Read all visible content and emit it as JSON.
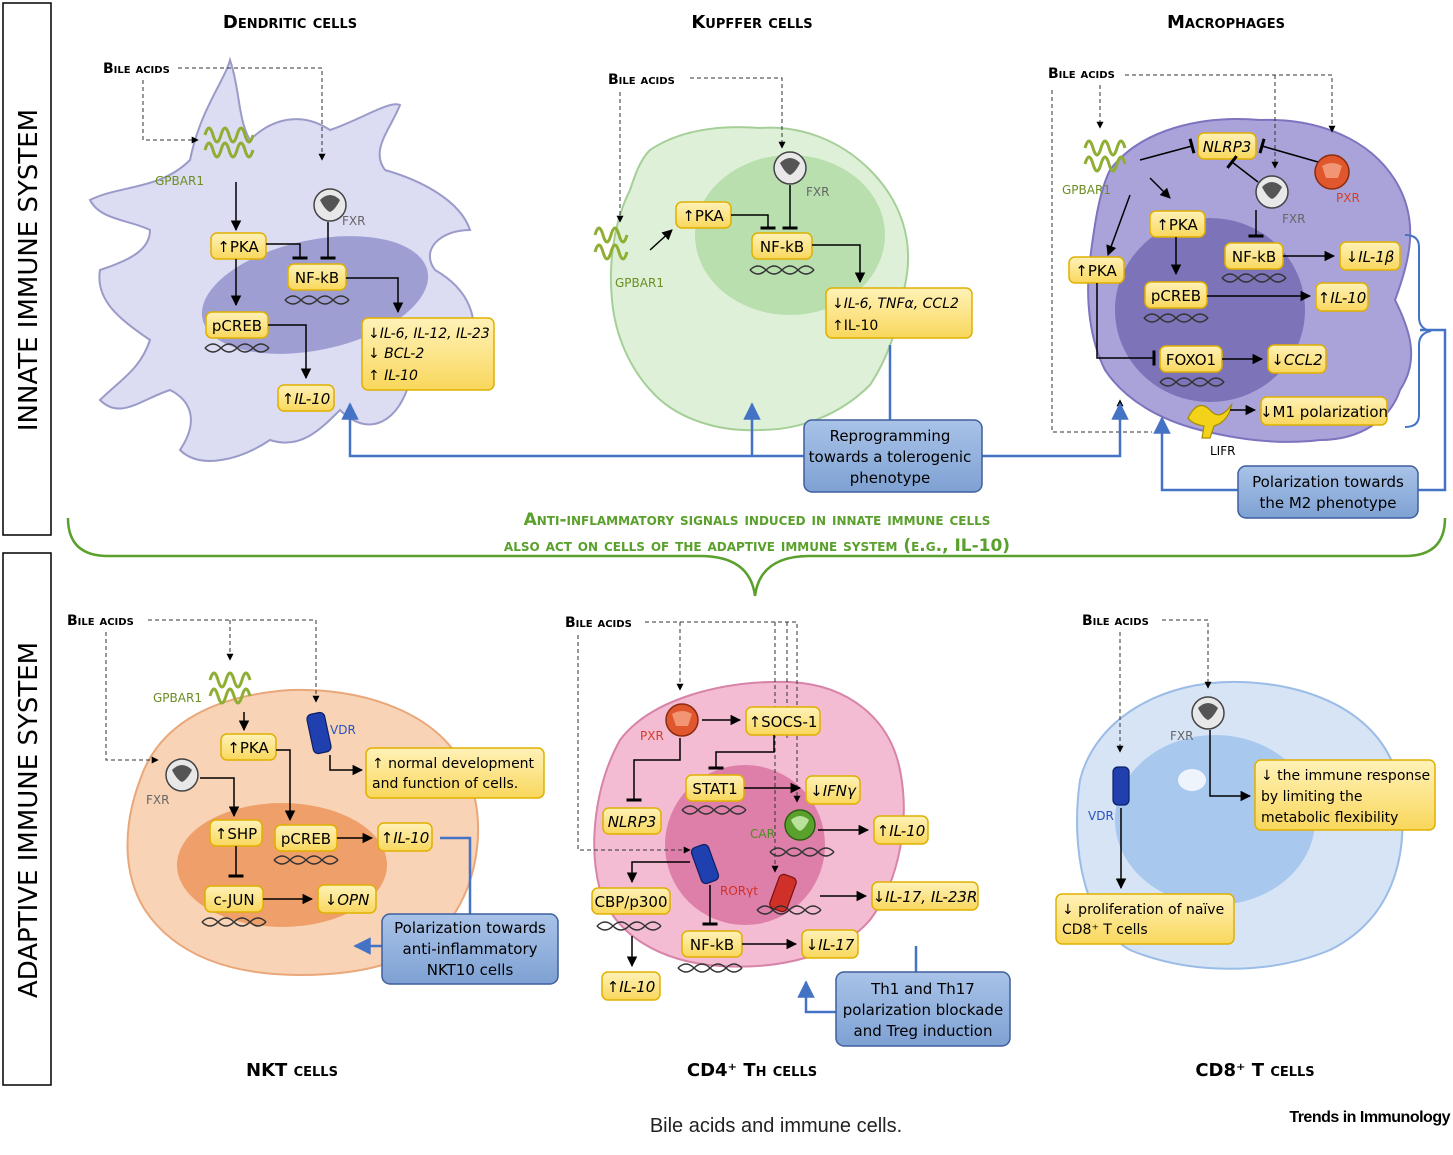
{
  "sections": {
    "innate": "INNATE IMMUNE SYSTEM",
    "adaptive": "ADAPTIVE IMMUNE SYSTEM"
  },
  "headings": {
    "dendritic": "Dendritic cells",
    "kupffer": "Kupffer cells",
    "macrophages": "Macrophages",
    "nkt": "NKT cells",
    "cd4": "CD4⁺ Th cells",
    "cd8": "CD8⁺ T cells"
  },
  "common": {
    "bile_acids": "Bile acids",
    "gpbar1": "GPBAR1",
    "fxr": "FXR",
    "pxr": "PXR",
    "vdr": "VDR",
    "car": "CAR",
    "roryt": "RORγt",
    "lifr": "LIFR"
  },
  "dendritic": {
    "pka": "↑PKA",
    "nfkb": "NF-kB",
    "pcreb": "pCREB",
    "il10": "↑IL-10",
    "effects": [
      "↓IL-6, IL-12, IL-23",
      "↓ BCL-2",
      "↑ IL-10"
    ]
  },
  "kupffer": {
    "pka": "↑PKA",
    "nfkb": "NF-kB",
    "effects": [
      "↓IL-6, TNFα, CCL2",
      "↑IL-10"
    ]
  },
  "macrophages": {
    "nlrp3": "NLRP3",
    "pka1": "↑PKA",
    "pka2": "↑PKA",
    "nfkb": "NF-kB",
    "il1b": "↓IL-1β",
    "pcreb": "pCREB",
    "il10": "↑IL-10",
    "foxo1": "FOXO1",
    "ccl2": "↓CCL2",
    "m1": "↓M1 polarization"
  },
  "notes": {
    "reprogramming": [
      "Reprogramming",
      "towards a tolerogenic",
      "phenotype"
    ],
    "m2": [
      "Polarization towards",
      "the M2 phenotype"
    ],
    "anti_inflammatory": [
      "Anti-inflammatory signals induced in innate immune cells",
      "also act on cells of the adaptive immune system (e.g., IL-10)"
    ],
    "nkt10": [
      "Polarization towards",
      "anti-inflammatory",
      "NKT10 cells"
    ],
    "th": [
      "Th1 and Th17",
      "polarization blockade",
      "and Treg induction"
    ]
  },
  "nkt": {
    "pka": "↑PKA",
    "dev": [
      "↑ normal development",
      "and function of cells."
    ],
    "shp": "↑SHP",
    "pcreb": "pCREB",
    "il10": "↑IL-10",
    "cjun": "c-JUN",
    "opn": "↓OPN"
  },
  "cd4": {
    "socs1": "↑SOCS-1",
    "stat1": "STAT1",
    "ifng": "↓IFNγ",
    "nlrp3": "NLRP3",
    "il10a": "↑IL-10",
    "cbp": "CBP/p300",
    "il17r": "↓IL-17, IL-23R",
    "nfkb": "NF-kB",
    "il17": "↓IL-17",
    "il10b": "↑IL-10"
  },
  "cd8": {
    "response": [
      "↓ the immune response",
      "by limiting the",
      "metabolic flexibility"
    ],
    "prolif": [
      "↓ proliferation of naïve",
      "CD8⁺ T cells"
    ]
  },
  "caption": "Bile acids and immune cells.",
  "journal": "Trends in Immunology",
  "colors": {
    "yellow_box": "#fde58a",
    "yellow_border": "#e0b000",
    "blue_box": "#8fb0dc",
    "blue_line": "#4472c4",
    "green": "#5aa02c",
    "dendritic_fill": "#d8d8f0",
    "kupffer_fill": "#d9ecd2",
    "macrophage_fill": "#a9a2d8",
    "nkt_fill": "#f7cfae",
    "cd4_fill": "#f1b7cf",
    "cd8_fill": "#cfe0f5"
  }
}
